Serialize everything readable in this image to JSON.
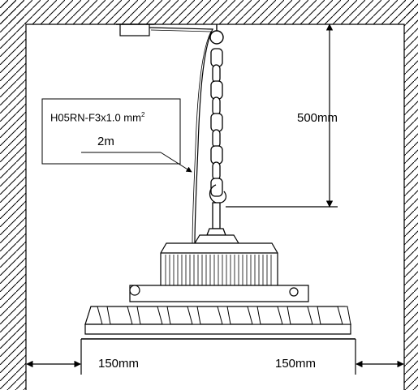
{
  "labels": {
    "cable_spec": "H05RN-F3x1.0 mm",
    "cable_spec_sup": "2",
    "cable_length": "2m",
    "suspension_height": "500mm",
    "clearance_left": "150mm",
    "clearance_right": "150mm"
  },
  "colors": {
    "line": "#000000",
    "background": "#ffffff"
  }
}
